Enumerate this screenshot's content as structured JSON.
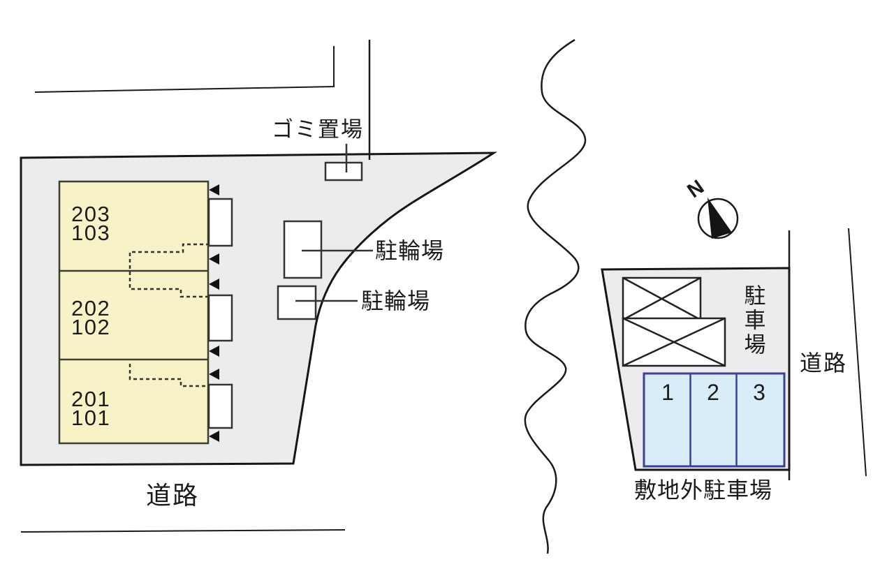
{
  "left_plot": {
    "units": [
      {
        "upper": "203",
        "lower": "103"
      },
      {
        "upper": "202",
        "lower": "102"
      },
      {
        "upper": "201",
        "lower": "101"
      }
    ],
    "garbage_label": "ゴミ置場",
    "bicycle_labels": [
      "駐輪場",
      "駐輪場"
    ],
    "road_label": "道路"
  },
  "right_plot": {
    "north_label": "N",
    "parking_label": "駐車場",
    "stalls": [
      "1",
      "2",
      "3"
    ],
    "offsite_parking_label": "敷地外駐車場",
    "road_label": "道路"
  },
  "colors": {
    "plot_fill": "#ECECEC",
    "building_fill": "#F8F3C6",
    "stall_fill": "#D9EDF8",
    "stall_border": "#3C3F99",
    "line": "#1A1A1A"
  }
}
